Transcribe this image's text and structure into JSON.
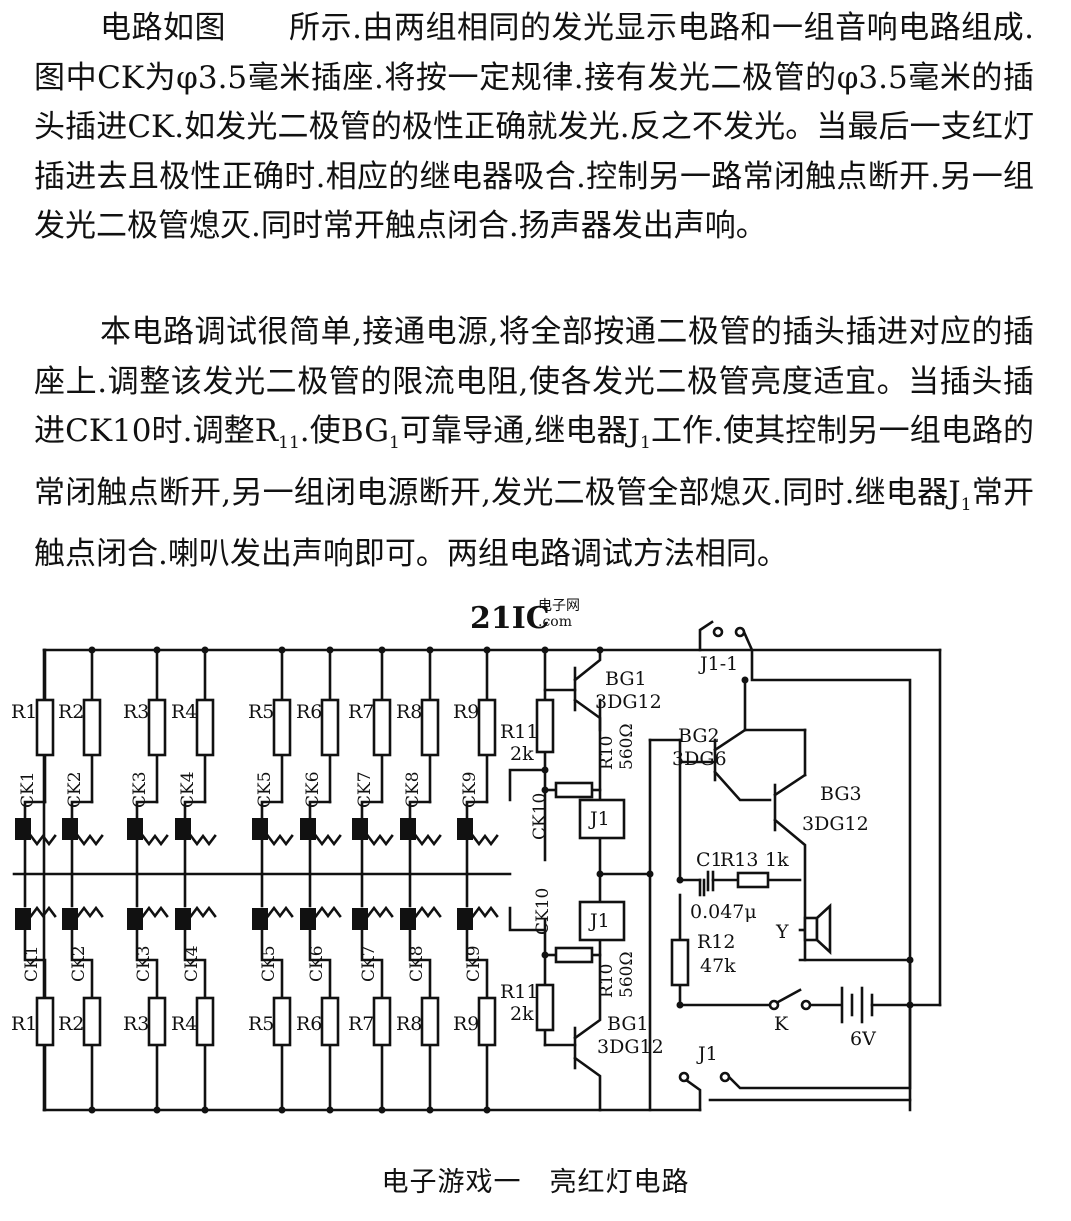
{
  "para1": {
    "a": "电路如图　　所示.由两组相同的发光显示电路和一组音响电路组成.图中CK为φ3.5毫米插座.将按一定规律.接有发光二极管的φ3.5毫米的插头插进CK.如发光二极管的极性正确就发光.反之不发光。当最后一支红灯插进去且极性正确时.相应的继电器吸合.控制另一路常闭触点断开.另一组发光二极管熄灭.同时常开触点闭合.扬声器发出声响。"
  },
  "para2": {
    "a": "本电路调试很简单,接通电源,将全部按通二极管的插头插进对应的插座上.调整该发光二极管的限流电阻,使各发光二极管亮度适宜。当插头插进CK10时.调整R",
    "s1": "11",
    "b": ".使BG",
    "s2": "1",
    "c": "可靠导通,继电器J",
    "s3": "1",
    "d": "工作.使其控制另一组电路的常闭触点断开,另一组闭电源断开,发光二极管全部熄灭.同时.继电器J",
    "s4": "1",
    "e": "常开触点闭合.喇叭发出声响即可。两组电路调试方法相同。"
  },
  "watermark": {
    "brand": "21IC",
    "cn": "电子网",
    "dom": ".com"
  },
  "caption": "电子游戏一　亮红灯电路",
  "labels": {
    "top_resistors": [
      "R1",
      "R2",
      "R3",
      "R4",
      "R5",
      "R6",
      "R7",
      "R8",
      "R9"
    ],
    "top_jacks": [
      "CK1",
      "CK2",
      "CK3",
      "CK4",
      "CK5",
      "CK6",
      "CK7",
      "CK8",
      "CK9"
    ],
    "bottom_resistors": [
      "R1",
      "R2",
      "R3",
      "R4",
      "R5",
      "R6",
      "R7",
      "R8",
      "R9"
    ],
    "bottom_jacks": [
      "CK1",
      "CK2",
      "CK3",
      "CK4",
      "CK5",
      "CK6",
      "CK7",
      "CK8",
      "CK9"
    ],
    "r11_top": "R11",
    "r11_top_val": "2k",
    "r11_bot": "R11",
    "r11_bot_val": "2k",
    "ck10_top": "CK10",
    "ck10_bot": "CK10",
    "r10_top": "R10",
    "r10_top_val": "560Ω",
    "r10_bot": "R10",
    "r10_bot_val": "560Ω",
    "j1_top": "J1",
    "j1_bot": "J1",
    "bg1_top": "BG1",
    "bg1_top_type": "3DG12",
    "bg1_bot": "BG1",
    "bg1_bot_type": "3DG12",
    "bg2": "BG2",
    "bg2_type": "3DG6",
    "bg3": "BG3",
    "bg3_type": "3DG12",
    "c1": "C1",
    "c1_val": "0.047μ",
    "r13": "R13",
    "r13_val": "1k",
    "r12": "R12",
    "r12_val": "47k",
    "speaker": "Y",
    "switch": "K",
    "battery": "6V",
    "relay_top_contact": "J1-1",
    "relay_bot_contact": "J1"
  }
}
